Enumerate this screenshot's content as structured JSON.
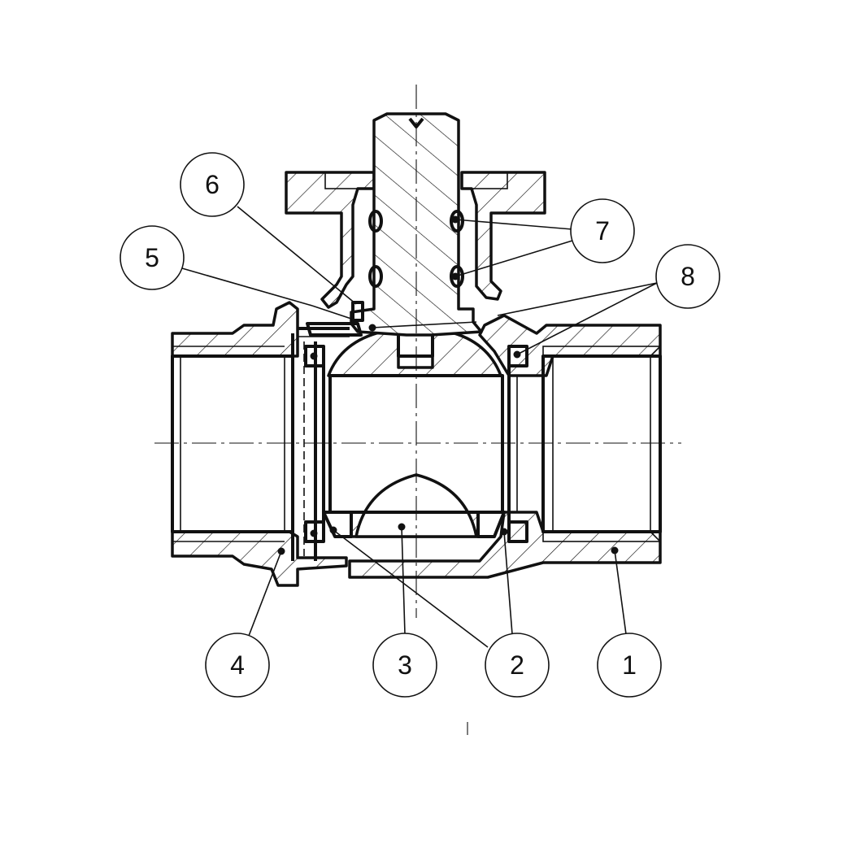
{
  "callouts": [
    {
      "label": "1"
    },
    {
      "label": "2"
    },
    {
      "label": "3"
    },
    {
      "label": "4"
    },
    {
      "label": "5"
    },
    {
      "label": "6"
    },
    {
      "label": "7"
    },
    {
      "label": "8"
    }
  ],
  "colors": {
    "line": "#111111",
    "background": "#ffffff"
  }
}
